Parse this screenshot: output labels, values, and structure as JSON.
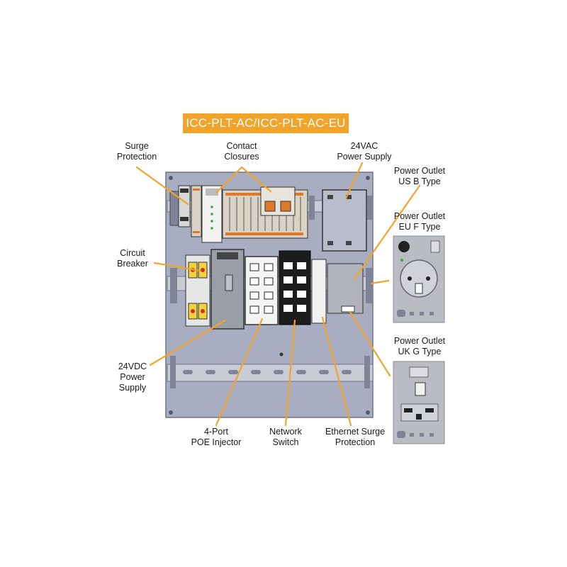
{
  "title": "ICC-PLT-AC/ICC-PLT-AC-EU",
  "callouts": {
    "surge_protection": "Surge\nProtection",
    "contact_closures": "Contact\nClosures",
    "ac_power_supply": "24VAC\nPower Supply",
    "circuit_breaker": "Circuit\nBreaker",
    "dc_power_supply": "24VDC\nPower\nSupply",
    "poe_injector": "4-Port\nPOE Injector",
    "network_switch": "Network\nSwitch",
    "ethernet_surge": "Ethernet Surge\nProtection",
    "outlet_us": "Power Outlet\nUS B Type",
    "outlet_eu": "Power Outlet\nEU F Type",
    "outlet_uk": "Power Outlet\nUK G Type"
  },
  "colors": {
    "accent": "#f0a42a",
    "panel": "#a8adc2",
    "panel_dark": "#7e8396",
    "outlet_plate": "#b9bcc3",
    "indicator_red": "#d0302a",
    "breaker_yellow": "#f2d23a",
    "terminal_orange": "#e07a2a"
  }
}
